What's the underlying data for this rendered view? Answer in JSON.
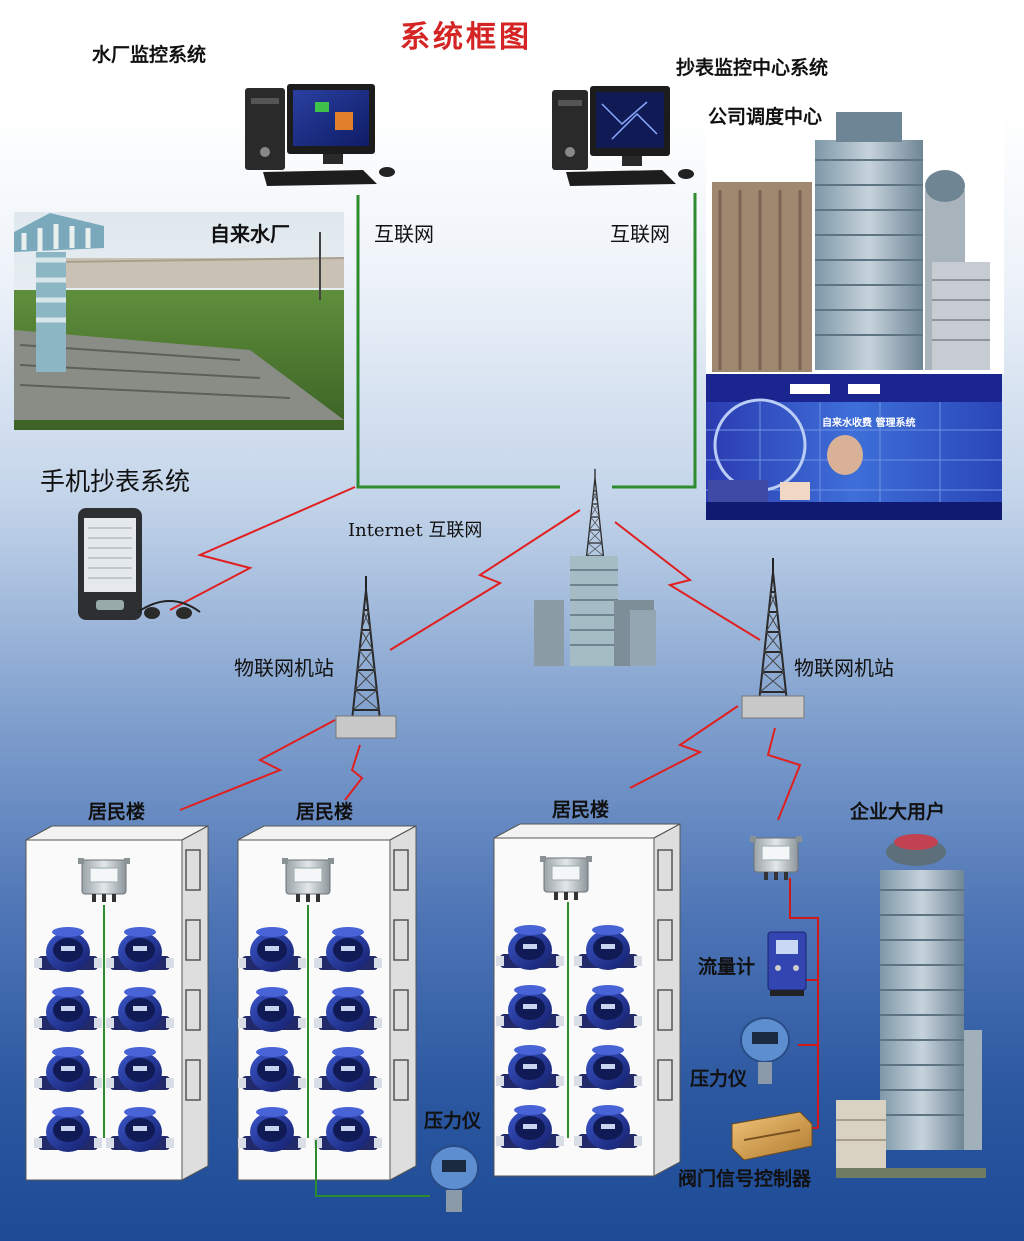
{
  "title": "系统框图",
  "labels": {
    "water_plant_monitor": "水厂监控系统",
    "meter_center": "抄表监控中心系统",
    "dispatch_center": "公司调度中心",
    "water_plant": "自来水厂",
    "internet_left": "互联网",
    "internet_right": "互联网",
    "mobile_system": "手机抄表系统",
    "internet_center": "Internet 互联网",
    "iot_station_left": "物联网机站",
    "iot_station_right": "物联网机站",
    "residential_1": "居民楼",
    "residential_2": "居民楼",
    "residential_3": "居民楼",
    "enterprise": "企业大用户",
    "flow_meter": "流量计",
    "pressure_gauge_right": "压力仪",
    "pressure_gauge_bottom": "压力仪",
    "valve_controller": "阀门信号控制器",
    "software_name": "自来水收费 管理系统"
  },
  "colors": {
    "title": "#d42424",
    "link_green": "#2e8b2e",
    "wireless_red": "#e02020",
    "bus_red": "#d01818"
  },
  "icons": [
    "desktop-computer-icon",
    "water-tower-icon",
    "signal-tower-icon",
    "handheld-terminal-icon",
    "headphones-icon",
    "concentrator-box-icon",
    "water-meter-icon",
    "flow-meter-icon",
    "pressure-gauge-icon",
    "valve-controller-icon",
    "skyscraper-icon"
  ]
}
